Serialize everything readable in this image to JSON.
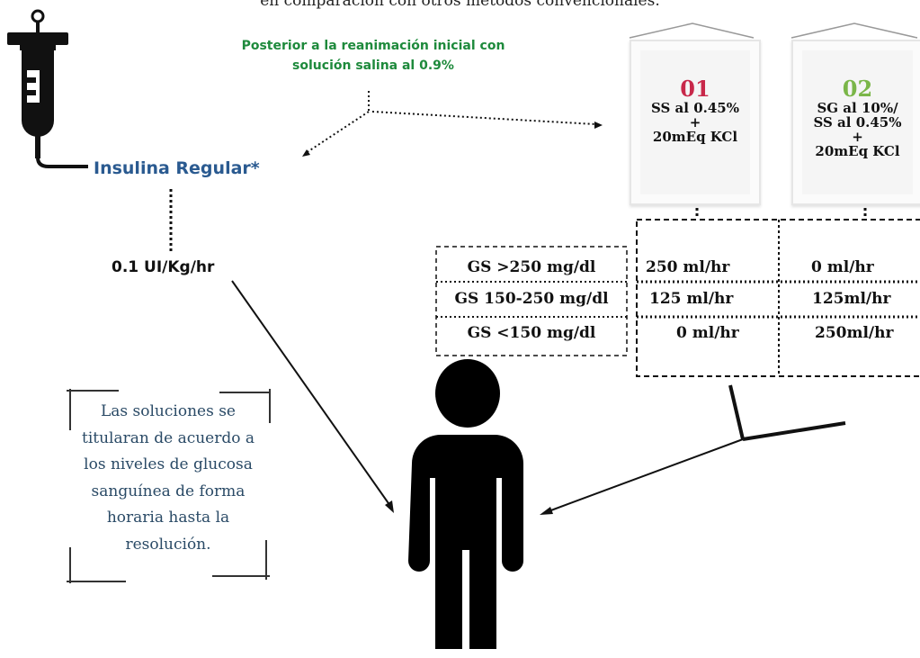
{
  "caption": "en comparación con otros métodos convencionales.",
  "note_green": "Posterior a la reanimación inicial con solución salina al 0.9%",
  "insulin_label": "Insulina Regular*",
  "dose": "0.1 UI/Kg/hr",
  "solutions": [
    {
      "number": "01",
      "number_color": "#c8284a",
      "text": "SS al 0.45%\n+\n20mEq KCl"
    },
    {
      "number": "02",
      "number_color": "#7ab648",
      "text": "SG al 10%/\nSS al 0.45%\n+\n20mEq KCl"
    }
  ],
  "glucose_rows": [
    {
      "range": "GS >250 mg/dl",
      "sol1": "250 ml/hr",
      "sol2": "0 ml/hr"
    },
    {
      "range": "GS 150-250 mg/dl",
      "sol1": "125 ml/hr",
      "sol2": "125ml/hr"
    },
    {
      "range": "GS <150 mg/dl",
      "sol1": "0 ml/hr",
      "sol2": "250ml/hr"
    }
  ],
  "side_note": "Las soluciones se titularan de acuerdo a los niveles de glucosa sanguínea de forma horaria hasta la resolución.",
  "icons": [
    "iv-bag-icon",
    "person-icon"
  ]
}
